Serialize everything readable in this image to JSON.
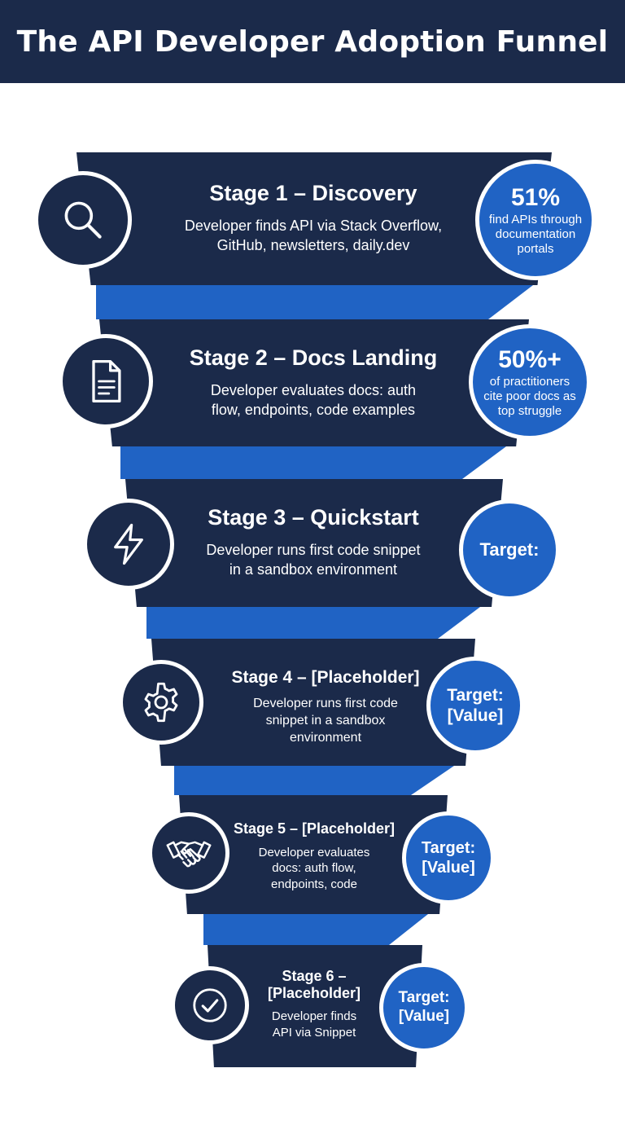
{
  "header": {
    "title": "The API Developer Adoption Funnel"
  },
  "colors": {
    "navy": "#1b2a4a",
    "blue": "#2063c4",
    "white": "#ffffff"
  },
  "stages": [
    {
      "title": "Stage 1 – Discovery",
      "description": "Developer finds API via Stack Overflow,\nGitHub, newsletters, daily.dev",
      "icon": "search-icon",
      "stat_value": "51%",
      "stat_label": "find APIs through\ndocumentation\nportals"
    },
    {
      "title": "Stage 2 – Docs Landing",
      "description": "Developer evaluates docs: auth\nflow, endpoints, code examples",
      "icon": "document-icon",
      "stat_value": "50%+",
      "stat_label": "of practitioners\ncite poor docs as\ntop struggle"
    },
    {
      "title": "Stage 3 – Quickstart",
      "description": "Developer runs first code snippet\nin a sandbox environment",
      "icon": "lightning-icon",
      "stat_value": "Target:",
      "stat_label": ""
    },
    {
      "title": "Stage 4 – [Placeholder]",
      "description": "Developer runs  first code\nsnippet in a sandbox\nenvironment",
      "icon": "gear-icon",
      "stat_value": "Target:\n[Value]",
      "stat_label": ""
    },
    {
      "title": "Stage 5 – [Placeholder]",
      "description": "Developer evaluates\ndocs: auth flow,\nendpoints, code",
      "icon": "handshake-icon",
      "stat_value": "Target:\n[Value]",
      "stat_label": ""
    },
    {
      "title": "Stage 6 –\n[Placeholder]",
      "description": "Developer finds\nAPI via Snippet",
      "icon": "checkmark-icon",
      "stat_value": "Target:\n[Value]",
      "stat_label": ""
    }
  ]
}
